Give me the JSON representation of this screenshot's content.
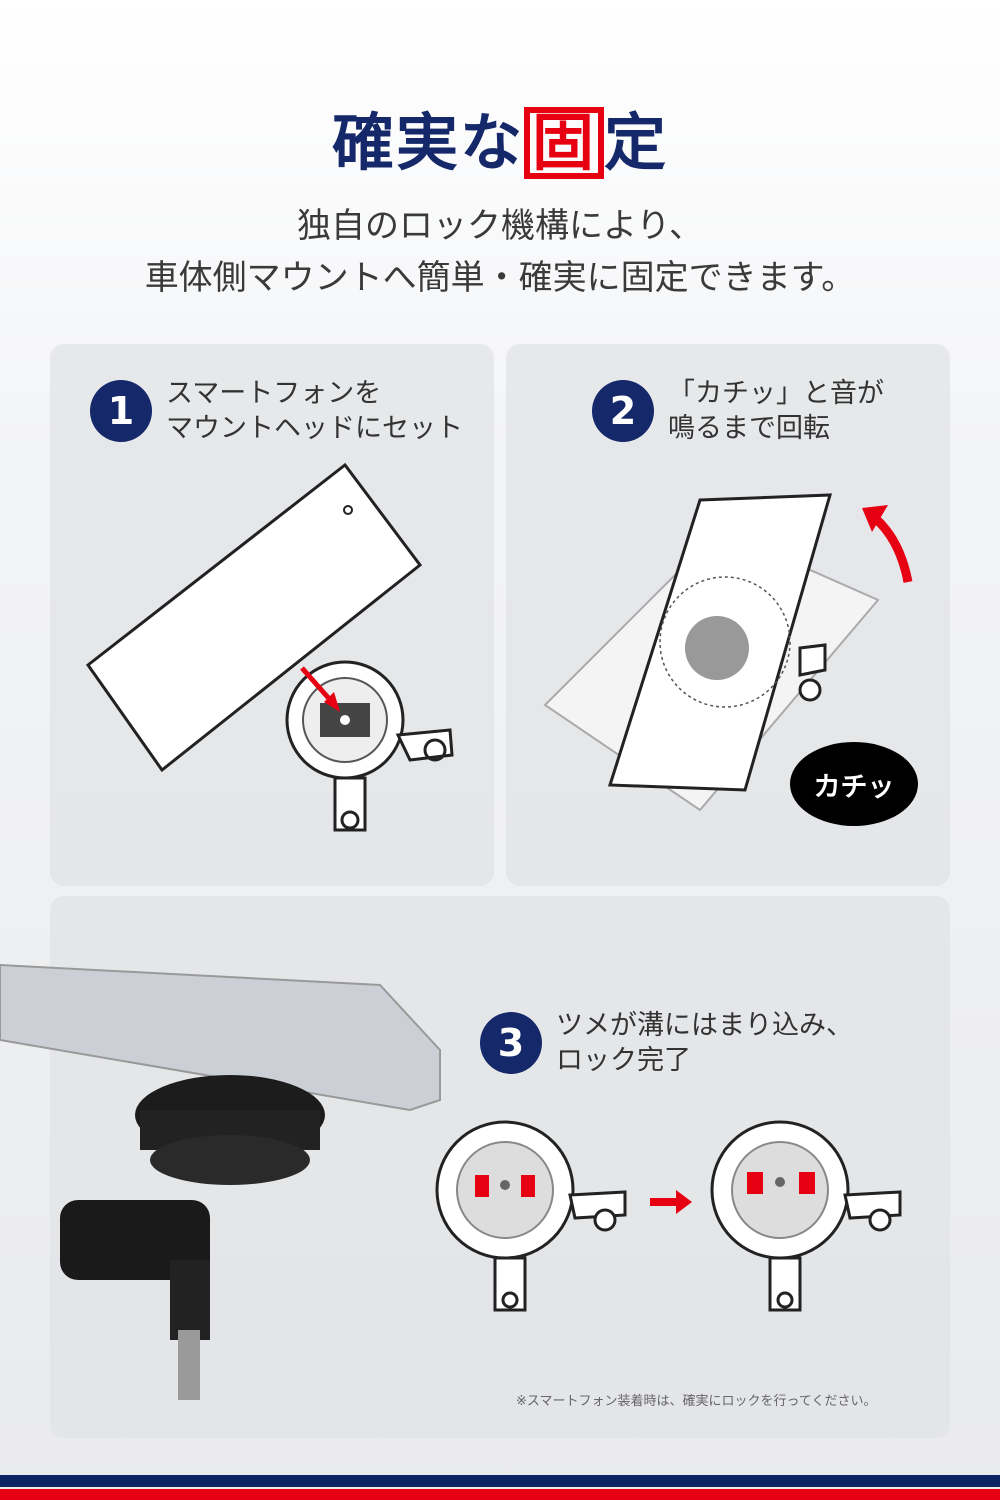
{
  "title": {
    "part1": "確実な",
    "highlight": "固",
    "part2": "定"
  },
  "subtitle": {
    "line1": "独自のロック機構により、",
    "line2": "車体側マウントへ簡単・確実に固定できます。"
  },
  "steps": [
    {
      "number": "1",
      "line1": "スマートフォンを",
      "line2": "マウントヘッドにセット"
    },
    {
      "number": "2",
      "line1": "「カチッ」と音が",
      "line2": "鳴るまで回転"
    },
    {
      "number": "3",
      "line1": "ツメが溝にはまり込み、",
      "line2": "ロック完了"
    }
  ],
  "bubble": "カチッ",
  "note": "※スマートフォン装着時は、確実にロックを行ってください。",
  "colors": {
    "navy": "#14286a",
    "red": "#e60012"
  }
}
